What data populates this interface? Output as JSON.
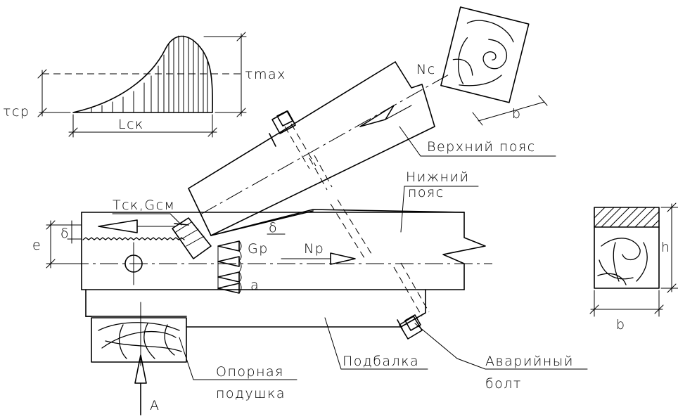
{
  "labels": {
    "tau_sr": "τср",
    "tau_max": "τmax",
    "l_sk": "Lск",
    "t_sk_g_sm": "Tск,Gсм",
    "n_c": "Nс",
    "verkhniy_poyas": "Верхний пояс",
    "nizhniy_poyas": "Нижний пояс",
    "nizhniy_line1": "Нижний",
    "nizhniy_line2": "пояс",
    "delta1": "δ",
    "delta2": "δ",
    "e": "е",
    "g_p": "Gр",
    "a_small": "а",
    "n_p": "Nр",
    "b_top": "b",
    "b_right": "b",
    "h_right": "h",
    "podbalka": "Подбалка",
    "avariyny_line1": "Аварийный",
    "avariyny_line2": "болт",
    "opornaya_line1": "Опорная",
    "opornaya_line2": "подушка",
    "a_reaction": "А"
  }
}
